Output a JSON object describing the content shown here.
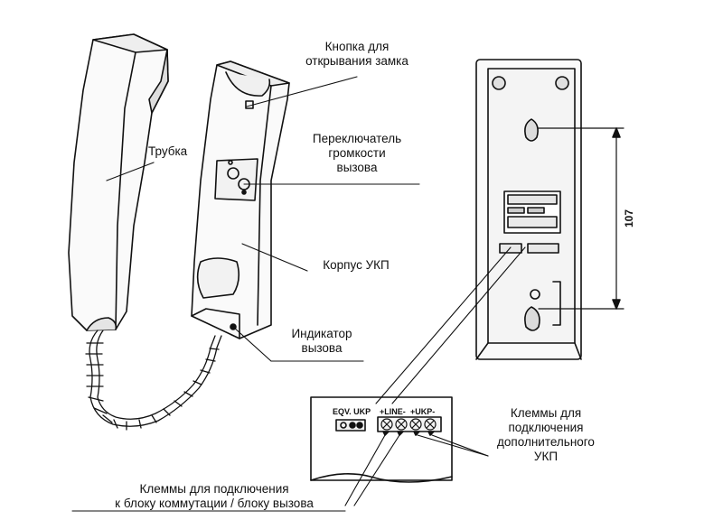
{
  "labels": {
    "handset": "Трубка",
    "unlock_button": [
      "Кнопка для",
      "открывания замка"
    ],
    "volume_switch": [
      "Переключатель",
      "громкости",
      "вызова"
    ],
    "body": "Корпус УКП",
    "indicator": [
      "Индикатор",
      "вызова"
    ],
    "extra_terminals": [
      "Клеммы для",
      "подключения",
      "дополнительного",
      "УКП"
    ],
    "main_terminals": [
      "Клеммы для подключения",
      "к блоку коммутации / блоку вызова"
    ]
  },
  "dimension": "107",
  "terminal_block": {
    "eqv": "EQV. UKP",
    "line": "+LINE-",
    "ukp": "+UKP-"
  }
}
